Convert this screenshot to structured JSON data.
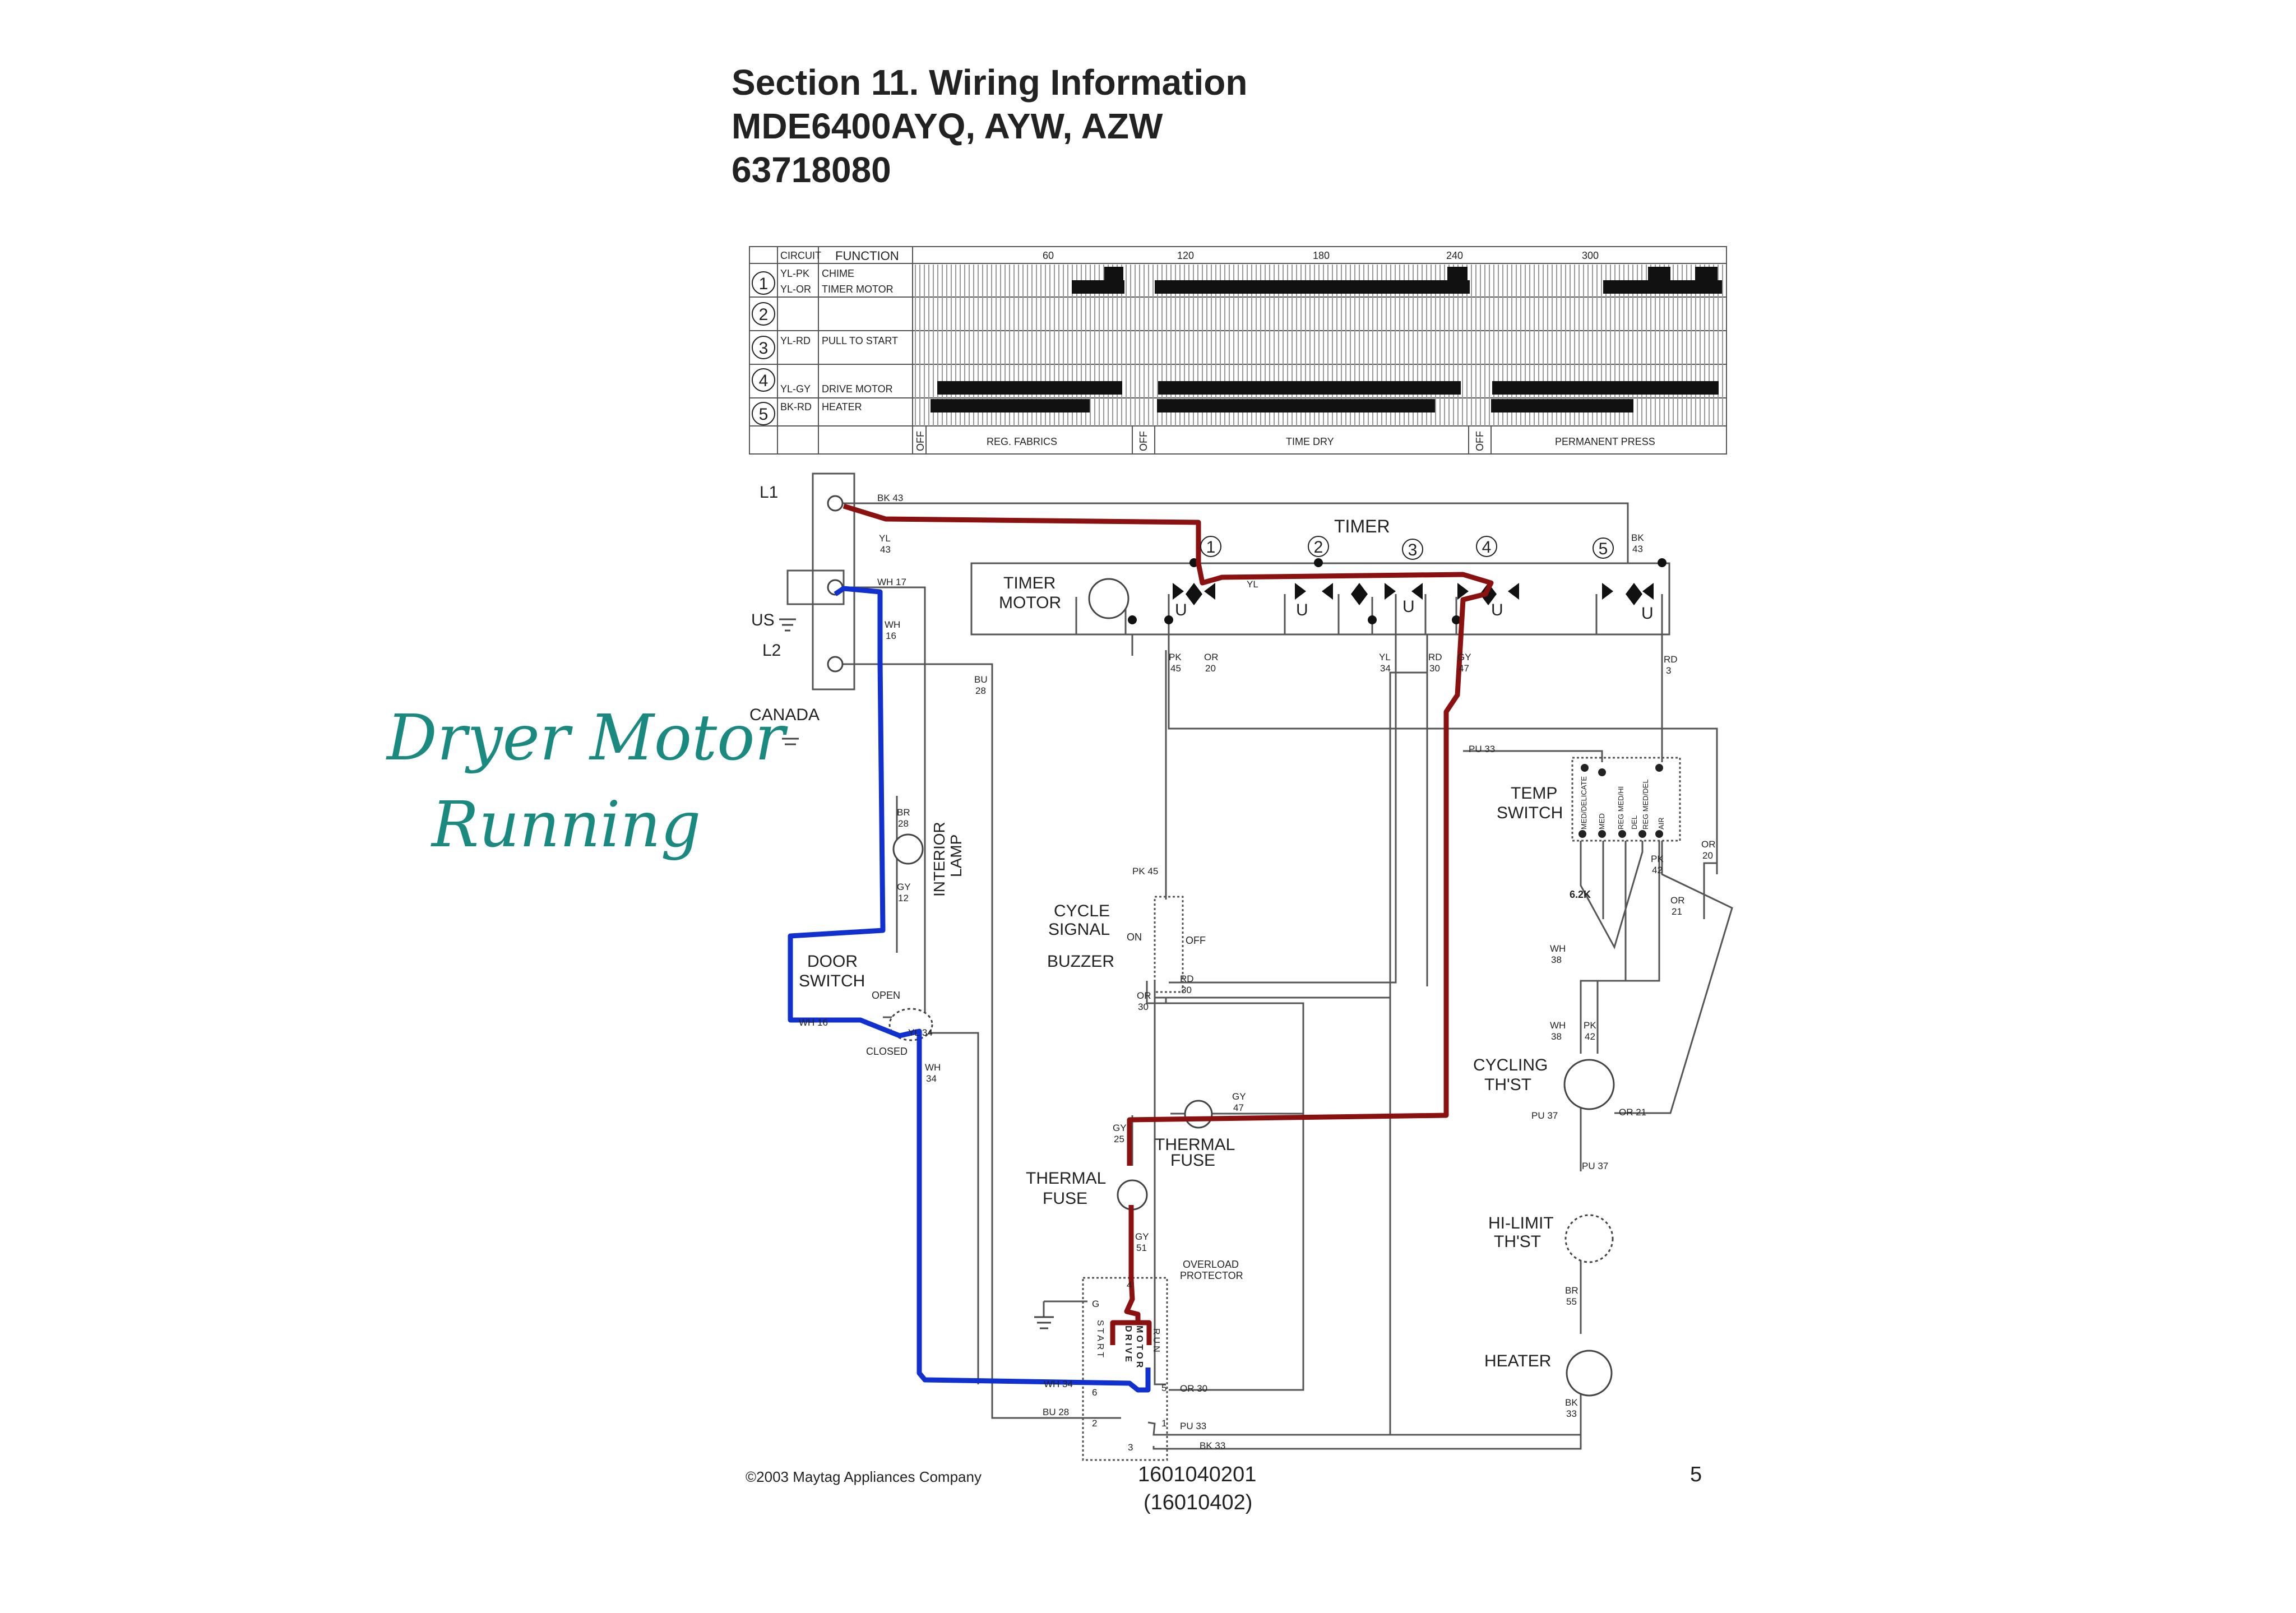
{
  "header": {
    "section": "Section 11. Wiring Information",
    "models": "MDE6400AYQ, AYW, AZW",
    "part_number": "63718080"
  },
  "annotation": {
    "line1": "Dryer Motor",
    "line2": "Running",
    "color": "#1a8a80"
  },
  "timer_chart": {
    "col_circuit": "CIRCUIT",
    "col_function": "FUNCTION",
    "scale": [
      "60",
      "120",
      "180",
      "240",
      "300"
    ],
    "rows": [
      {
        "num": "1",
        "circuit": "YL-PK",
        "function": "CHIME"
      },
      {
        "num": "",
        "circuit": "YL-OR",
        "function": "TIMER MOTOR"
      },
      {
        "num": "2",
        "circuit": "",
        "function": ""
      },
      {
        "num": "3",
        "circuit": "YL-RD",
        "function": "PULL TO START"
      },
      {
        "num": "4",
        "circuit": "YL-GY",
        "function": "DRIVE MOTOR"
      },
      {
        "num": "5",
        "circuit": "BK-RD",
        "function": "HEATER"
      }
    ],
    "off": "OFF",
    "cycles": [
      "REG. FABRICS",
      "TIME DRY",
      "PERMANENT PRESS"
    ]
  },
  "schematic": {
    "l1": "L1",
    "l2": "L2",
    "us": "US",
    "canada": "CANADA",
    "timer": "TIMER",
    "timer_motor_1": "TIMER",
    "timer_motor_2": "MOTOR",
    "contact_nums": [
      "1",
      "2",
      "3",
      "4",
      "5"
    ],
    "u": "U",
    "interior_lamp_1": "INTERIOR",
    "interior_lamp_2": "LAMP",
    "door_switch_1": "DOOR",
    "door_switch_2": "SWITCH",
    "open": "OPEN",
    "closed": "CLOSED",
    "cycle_signal_1": "CYCLE",
    "cycle_signal_2": "SIGNAL",
    "buzzer": "BUZZER",
    "on": "ON",
    "off": "OFF",
    "thermal_fuse_1": "THERMAL",
    "thermal_fuse_2": "FUSE",
    "temp_switch_1": "TEMP",
    "temp_switch_2": "SWITCH",
    "resistor": "6.2K",
    "cycling_1": "CYCLING",
    "cycling_2": "TH'ST",
    "hilimit_1": "HI-LIMIT",
    "hilimit_2": "TH'ST",
    "heater": "HEATER",
    "overload_1": "OVERLOAD",
    "overload_2": "PROTECTOR",
    "motor_start": "START",
    "motor_drive": "DRIVE",
    "motor_motor": "MOTOR",
    "motor_run": "RUN",
    "wires": {
      "bk43": "BK 43",
      "yl43": "YL",
      "yl43n": "43",
      "wh17": "WH 17",
      "wh16": "WH",
      "wh16n": "16",
      "bu28": "BU",
      "bu28n": "28",
      "br28": "BR",
      "br28n": "28",
      "gy12": "GY",
      "gy12n": "12",
      "wh16b": "WH 16",
      "yl34": "YL 34",
      "wh34": "WH",
      "wh34n": "34",
      "pk45": "PK",
      "pk45n": "45",
      "or20": "OR",
      "or20n": "20",
      "yl": "YL",
      "yl34b": "YL",
      "yl34bn": "34",
      "rd30": "RD",
      "rd30n": "30",
      "gy47": "GY",
      "gy47n": "47",
      "bk43b": "BK",
      "bk43bn": "43",
      "rd3": "RD",
      "rd3n": "3",
      "pu33": "PU 33",
      "pk45b": "PK 45",
      "or30": "OR",
      "or30n": "30",
      "rd30b": "RD",
      "rd30bn": "30",
      "gy47b": "GY",
      "gy47bn": "47",
      "gy25": "GY",
      "gy25n": "25",
      "gy51": "GY",
      "gy51n": "51",
      "wh34b": "WH 34",
      "bu28b": "BU 28",
      "or30b": "OR 30",
      "pu33b": "PU 33",
      "bk33": "BK 33",
      "pk42": "PK",
      "pk42n": "42",
      "or20b": "OR",
      "or20bn": "20",
      "or21": "OR",
      "or21n": "21",
      "wh38": "WH",
      "wh38n": "38",
      "wh38b": "WH",
      "wh38bn": "38",
      "pk42b": "PK",
      "pk42bn": "42",
      "pu37": "PU 37",
      "or21b": "OR 21",
      "pu37b": "PU 37",
      "br55": "BR",
      "br55n": "55",
      "bk33b": "BK",
      "bk33bn": "33"
    },
    "terminals": {
      "g": "G",
      "t4": "4",
      "t6": "6",
      "t5": "5",
      "t2": "2",
      "t1": "1",
      "t3": "3"
    },
    "temp_positions": [
      "MED/DELICATE",
      "MED",
      "REG MED/HI",
      "DEL",
      "REG MED/DEL",
      "AIR"
    ],
    "colors": {
      "hot_path": "#8b1010",
      "neutral_path": "#1030d0"
    }
  },
  "footer": {
    "copyright": "©2003 Maytag Appliances Company",
    "doc1": "1601040201",
    "doc2": "(16010402)",
    "page": "5"
  }
}
